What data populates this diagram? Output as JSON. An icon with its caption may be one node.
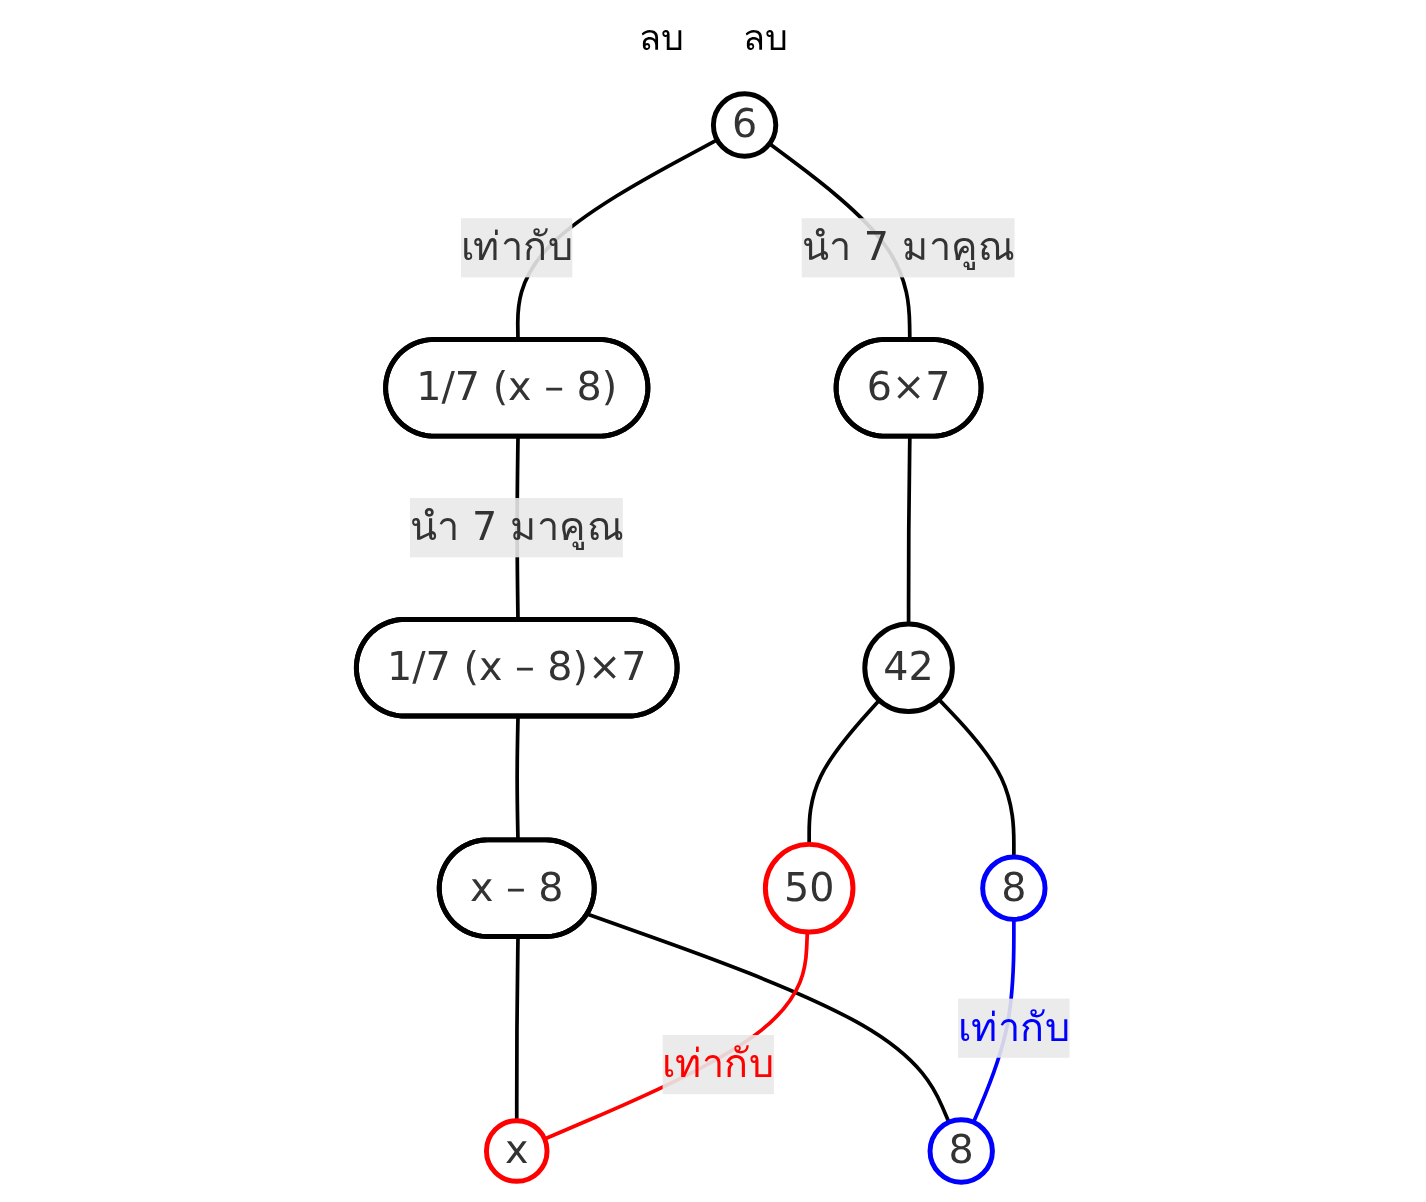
{
  "diagram": {
    "nodes": [
      {
        "text": [
          "6"
        ]
      },
      {
        "text": [
          "1/7 (x – 8)"
        ]
      },
      {
        "text": [
          "6×7"
        ]
      },
      {
        "text": [
          "1/7 (x – 8)×7"
        ]
      },
      {
        "text": [
          "42"
        ]
      },
      {
        "text": [
          "x – 8"
        ]
      },
      {
        "text": [
          "50"
        ]
      },
      {
        "text": [
          "8"
        ]
      },
      {
        "text": [
          "x"
        ]
      },
      {
        "text": [
          "8"
        ]
      }
    ],
    "edges": [
      {
        "from": 0,
        "to": 1,
        "arrow": "none",
        "label": "เท่ากับ"
      },
      {
        "from": 0,
        "to": 2,
        "arrow": "none",
        "label": "นำ 7 มาคูณ"
      },
      {
        "from": 1,
        "to": 3,
        "arrow": "none",
        "label": "นำ 7 มาคูณ"
      },
      {
        "from": 2,
        "to": 4,
        "arrow": "none"
      },
      {
        "from": 3,
        "to": 5,
        "arrow": "none"
      },
      {
        "from": 4,
        "to": 6,
        "arrow": "none"
      },
      {
        "from": 4,
        "to": 7,
        "arrow": "none"
      },
      {
        "from": 5,
        "to": 8,
        "arrow": "none"
      },
      {
        "from": 5,
        "to": 9,
        "arrow": "none"
      },
      {
        "from": 6,
        "to": 8,
        "arrow": "none",
        "label": "เท่ากับ",
        "color": "#ff0000"
      },
      {
        "from": 7,
        "to": 9,
        "arrow": "none",
        "label": "เท่ากับ",
        "color": "#0000ff"
      }
    ],
    "labels": [
      "ลบ",
      "ลบ"
    ]
  }
}
